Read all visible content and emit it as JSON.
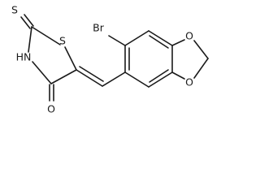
{
  "atoms": {
    "S_thioxo": "S",
    "NH": "HN",
    "S_ring": "S",
    "O_carbonyl": "O",
    "Br": "Br",
    "O_upper": "O",
    "O_lower": "O"
  }
}
